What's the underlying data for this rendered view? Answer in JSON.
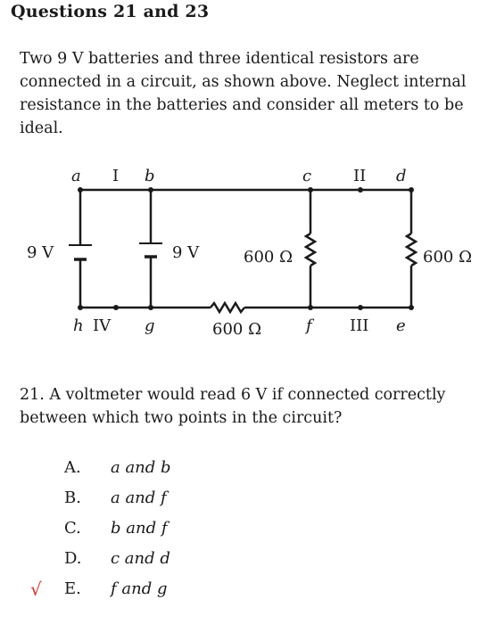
{
  "heading": "Questions 21 and 23",
  "intro": "Two 9 V batteries and three identical resistors are connected in a circuit, as shown above. Neglect internal resistance in the batteries and consider all meters to be ideal.",
  "circuit": {
    "points": [
      "a",
      "b",
      "c",
      "d",
      "h",
      "g",
      "f",
      "e"
    ],
    "meters": [
      "I",
      "II",
      "III",
      "IV"
    ],
    "battery_left": "9 V",
    "battery_middle": "9 V",
    "resistor_vertical_1": "600 Ω",
    "resistor_vertical_2": "600 Ω",
    "resistor_bottom": "600 Ω"
  },
  "question": "21. A voltmeter would read 6 V if connected correctly between which two points in the circuit?",
  "choices": [
    {
      "letter": "A.",
      "text": "a and b",
      "correct": false
    },
    {
      "letter": "B.",
      "text": "a and f",
      "correct": false
    },
    {
      "letter": "C.",
      "text": "b and f",
      "correct": false
    },
    {
      "letter": "D.",
      "text": "c and d",
      "correct": false
    },
    {
      "letter": "E.",
      "text": "f and g",
      "correct": true
    }
  ],
  "check_mark": "√",
  "colors": {
    "check": "#d9302a",
    "text": "#1a1a1a"
  }
}
